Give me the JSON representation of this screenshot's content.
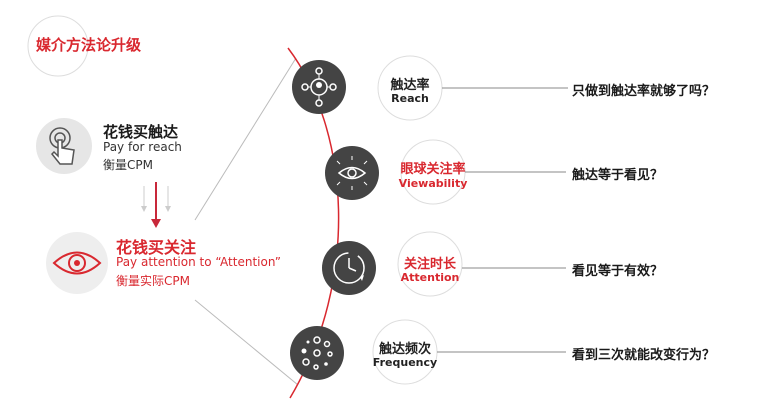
{
  "title": "媒介方法论升级",
  "old": {
    "title_cn": "花钱买触达",
    "line1": "Pay for reach",
    "line2": "衡量CPM"
  },
  "new": {
    "title_cn": "花钱买关注",
    "line1": "Pay attention to “Attention”",
    "line2": "衡量实际CPM"
  },
  "stages": [
    {
      "cn": "触达率",
      "en": "Reach",
      "highlight": false,
      "icon": "network-person-icon",
      "question": "只做到触达率就够了吗？"
    },
    {
      "cn": "眼球关注率",
      "en": "Viewability",
      "highlight": true,
      "icon": "eye-icon",
      "question": "触达等于看见？"
    },
    {
      "cn": "关注时长",
      "en": "Attention",
      "highlight": true,
      "icon": "clock-icon",
      "question": "看见等于有效？"
    },
    {
      "cn": "触达频次",
      "en": "Frequency",
      "highlight": false,
      "icon": "dots-cycle-icon",
      "question": "看到三次就能改变行为？"
    }
  ],
  "colors": {
    "accent": "#d9282f",
    "dark": "#444444",
    "muted": "#999999"
  }
}
